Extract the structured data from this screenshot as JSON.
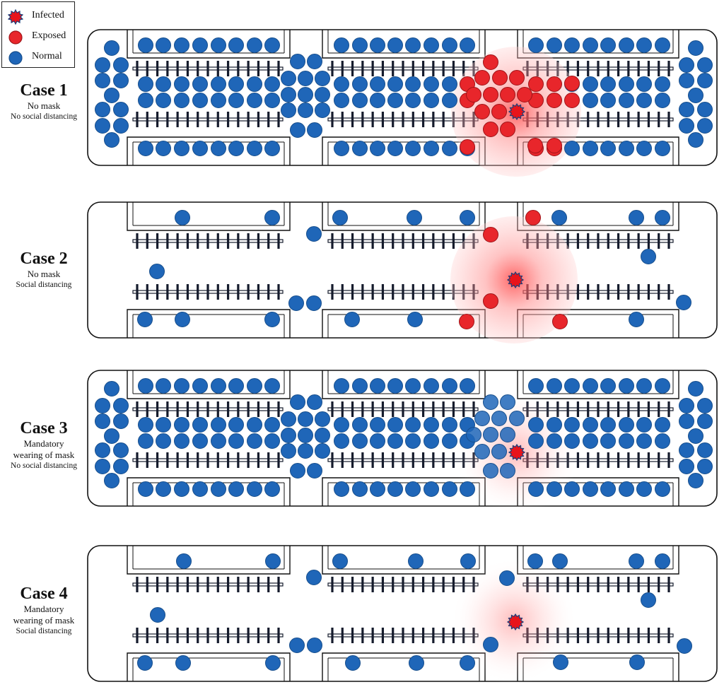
{
  "legend": {
    "items": [
      {
        "key": "infected",
        "label": "Infected"
      },
      {
        "key": "exposed",
        "label": "Exposed"
      },
      {
        "key": "normal",
        "label": "Normal"
      }
    ]
  },
  "colors": {
    "normal_fill": "#1f66b8",
    "normal_stroke": "#174e8c",
    "exposed_fill": "#e8262b",
    "exposed_stroke": "#9e1418",
    "infected_fill": "#e8141b",
    "infected_stroke": "#1a3f7a",
    "cabin_stroke": "#111111",
    "bench_dark": "#151b2c",
    "zone_center": "#ff4a4a"
  },
  "cases": [
    {
      "title": "Case 1",
      "line1": "No mask",
      "line2": "No social distancing",
      "masks": false,
      "social_distancing": false
    },
    {
      "title": "Case 2",
      "line1": "No mask",
      "line2": "Social distancing",
      "masks": false,
      "social_distancing": true
    },
    {
      "title": "Case 3",
      "line1": "Mandatory",
      "line2": "wearing of mask",
      "line3": "No social distancing",
      "masks": true,
      "social_distancing": false
    },
    {
      "title": "Case 4",
      "line1": "Mandatory",
      "line2": "wearing of mask",
      "line3": "Social distancing",
      "masks": true,
      "social_distancing": true
    }
  ]
}
